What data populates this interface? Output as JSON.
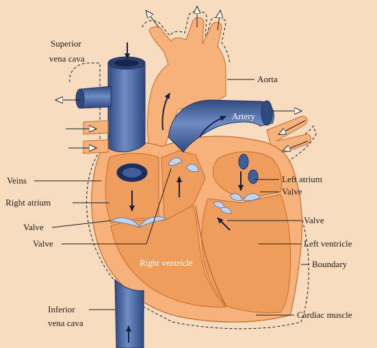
{
  "labels": {
    "superior_vena_cava_1": "Superior",
    "superior_vena_cava_2": "vena cava",
    "aorta": "Aorta",
    "artery": "Artery",
    "veins": "Veins",
    "right_atrium": "Right atrium",
    "valve_tricuspid": "Valve",
    "valve_pulmonary": "Valve",
    "left_atrium": "Left atrium",
    "valve_mitral": "Valve",
    "valve_aortic": "Valve",
    "left_ventricle": "Left ventricle",
    "boundary": "Boundary",
    "right_ventricle": "Right ventricle",
    "inferior_vena_cava_1": "Inferior",
    "inferior_vena_cava_2": "vena cava",
    "cardiac_muscle": "Cardiac muscle"
  },
  "colors": {
    "background": "#f8dcc0",
    "muscle": "#f6b27a",
    "chamber": "#ef9d5c",
    "chamber_dark": "#e58a48",
    "vein_blue": "#3f5f9a",
    "vein_blue_light": "#6f8cc4",
    "valve": "#c5d2e8"
  }
}
